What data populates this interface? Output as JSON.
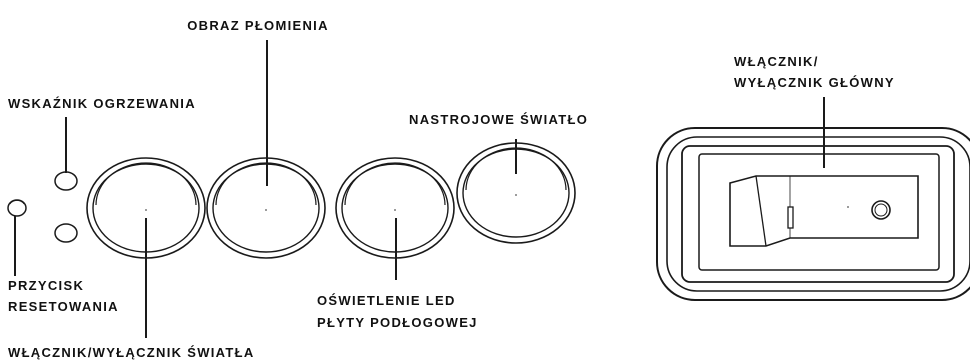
{
  "labels": {
    "flame_image": "OBRAZ PŁOMIENIA",
    "heating_indicator": "WSKAŹNIK OGRZEWANIA",
    "mood_light": "NASTROJOWE ŚWIATŁO",
    "main_switch_line1": "WŁĄCZNIK/",
    "main_switch_line2": "WYŁĄCZNIK GŁÓWNY",
    "reset_button_line1": "PRZYCISK",
    "reset_button_line2": "RESETOWANIA",
    "led_skirting_line1": "OŚWIETLENIE LED",
    "led_skirting_line2": "PŁYTY PODŁOGOWEJ",
    "light_switch": "WŁĄCZNIK/WYŁĄCZNIK ŚWIATŁA"
  },
  "colors": {
    "ink": "#1a1a1a",
    "background": "#ffffff",
    "frame_gray": "#eeeeee"
  }
}
